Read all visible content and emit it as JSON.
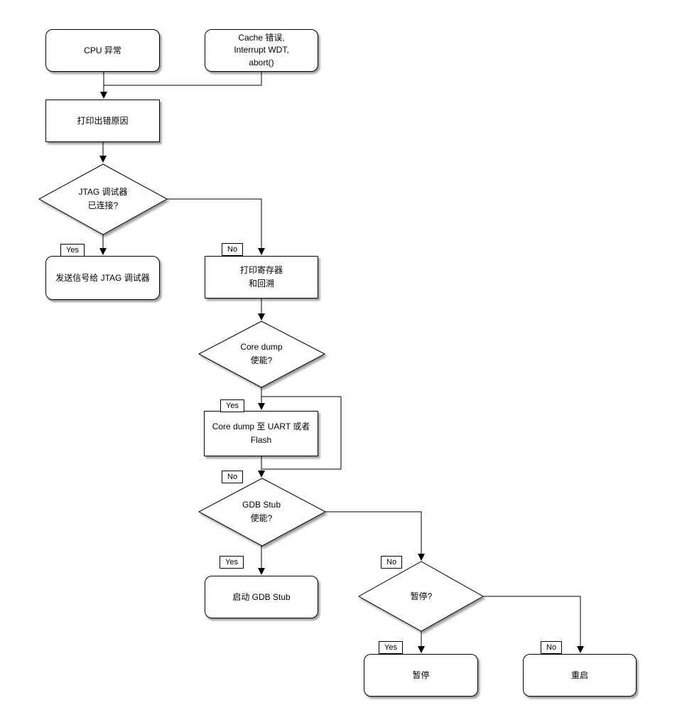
{
  "nodes": {
    "cpu_exception": {
      "label": "CPU 异常"
    },
    "cache_error": {
      "label": "Cache 错误,\nInterrupt WDT,\nabort()"
    },
    "print_reason": {
      "label": "打印出错原因"
    },
    "jtag_connected": {
      "label": "JTAG 调试器\n已连接?"
    },
    "signal_jtag": {
      "label": "发送信号给 JTAG 调试器"
    },
    "print_registers": {
      "label": "打印寄存器\n和回溯"
    },
    "core_dump_enabled": {
      "label": "Core dump\n使能?"
    },
    "core_dump_write": {
      "label": "Core dump 至 UART 或者 Flash"
    },
    "gdb_stub_enabled": {
      "label": "GDB Stub\n使能?"
    },
    "start_gdb_stub": {
      "label": "启动 GDB Stub"
    },
    "halt_question": {
      "label": "暂停?"
    },
    "halt": {
      "label": "暂停"
    },
    "reboot": {
      "label": "重启"
    }
  },
  "edge_labels": {
    "jtag_yes": "Yes",
    "jtag_no": "No",
    "coredump_yes": "Yes",
    "coredump_no": "No",
    "gdb_yes": "Yes",
    "gdb_no": "No",
    "halt_yes": "Yes",
    "halt_no": "No"
  },
  "colors": {
    "stroke": "#000000",
    "node_fill": "#ffffff",
    "background": "#ffffff",
    "shadow": "rgba(0,0,0,0.4)"
  }
}
